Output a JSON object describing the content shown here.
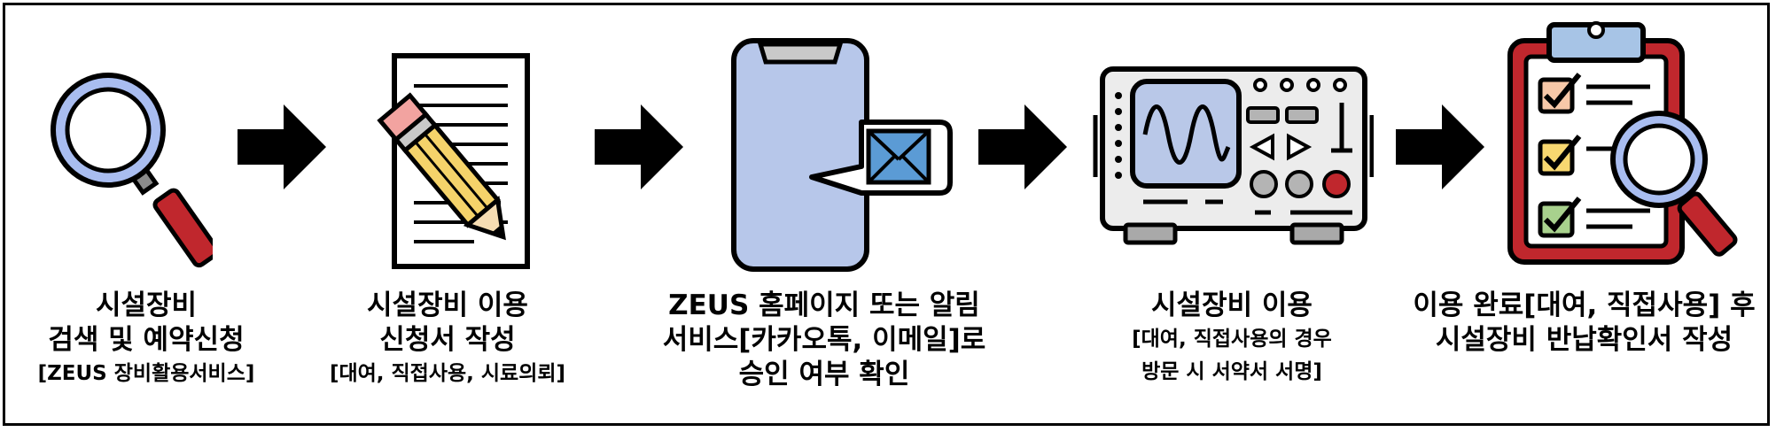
{
  "steps": [
    {
      "lines": [
        {
          "text": "시설장비",
          "size": "l"
        },
        {
          "text": "검색 및 예약신청",
          "size": "l"
        },
        {
          "text": "[ZEUS 장비활용서비스]",
          "size": "s"
        }
      ]
    },
    {
      "lines": [
        {
          "text": "시설장비 이용",
          "size": "l"
        },
        {
          "text": "신청서 작성",
          "size": "l"
        },
        {
          "text": "[대여, 직접사용, 시료의뢰]",
          "size": "s"
        }
      ]
    },
    {
      "lines": [
        {
          "text": "ZEUS 홈페이지 또는 알림",
          "size": "l"
        },
        {
          "text": "서비스[카카오톡, 이메일]로",
          "size": "l"
        },
        {
          "text": "승인 여부 확인",
          "size": "l"
        }
      ]
    },
    {
      "lines": [
        {
          "text": "시설장비 이용",
          "size": "l"
        },
        {
          "text": "[대여, 직접사용의 경우",
          "size": "s"
        },
        {
          "text": "방문 시 서약서 서명]",
          "size": "s"
        }
      ]
    },
    {
      "lines": [
        {
          "text": "이용 완료[대여, 직접사용] 후",
          "size": "l"
        },
        {
          "text": "시설장비 반납확인서 작성",
          "size": "l"
        }
      ]
    }
  ],
  "icons": [
    "magnifying-glass-icon",
    "document-pencil-icon",
    "smartphone-message-icon",
    "oscilloscope-icon",
    "clipboard-checklist-icon"
  ],
  "colors": {
    "outline": "#000000",
    "lens_blue": "#a9bdf0",
    "handle_red": "#c0272d",
    "pencil_yellow": "#f5d36a",
    "eraser_pink": "#f2a3a0",
    "phone_blue": "#b7c7ea",
    "envelope_blue": "#5b9bd5",
    "screen_blue": "#b9c8e8",
    "panel_gray": "#ececec",
    "check_orange": "#f7c8a8",
    "check_yellow": "#f8d870",
    "check_green": "#a8d18d",
    "clip_blue": "#a7c4e6"
  }
}
